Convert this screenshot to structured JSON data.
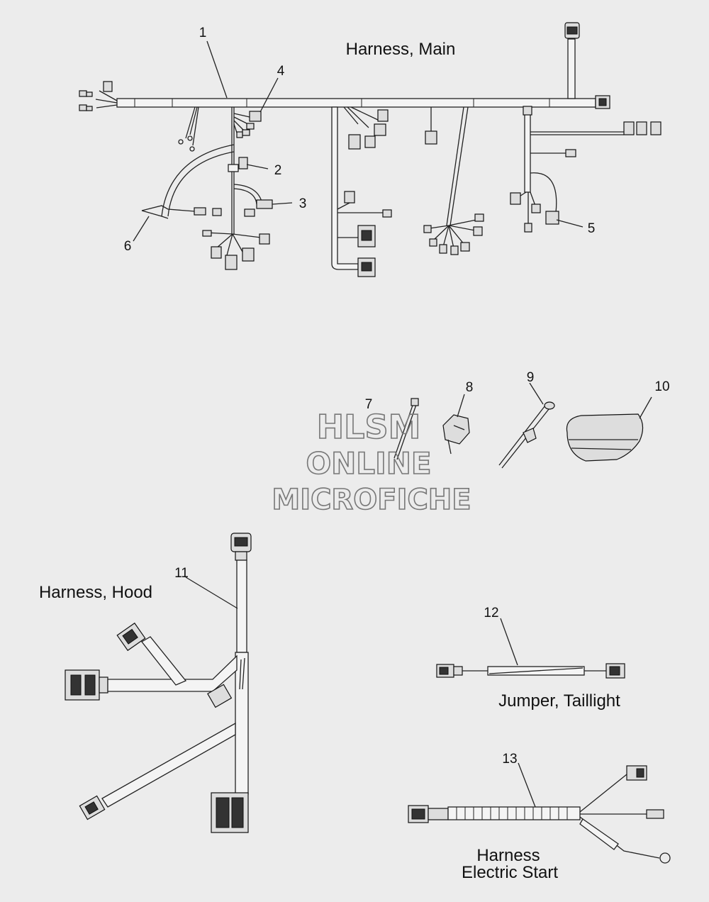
{
  "titles": {
    "main": "Harness, Main",
    "hood": "Harness, Hood",
    "jumper": "Jumper, Taillight",
    "start_line1": "Harness",
    "start_line2": "Electric Start"
  },
  "callouts": [
    "1",
    "2",
    "3",
    "4",
    "5",
    "6",
    "7",
    "8",
    "9",
    "10",
    "11",
    "12",
    "13"
  ],
  "watermark": {
    "line1": "HLSM",
    "line2": "ONLINE",
    "line3": "MICROFICHE"
  }
}
